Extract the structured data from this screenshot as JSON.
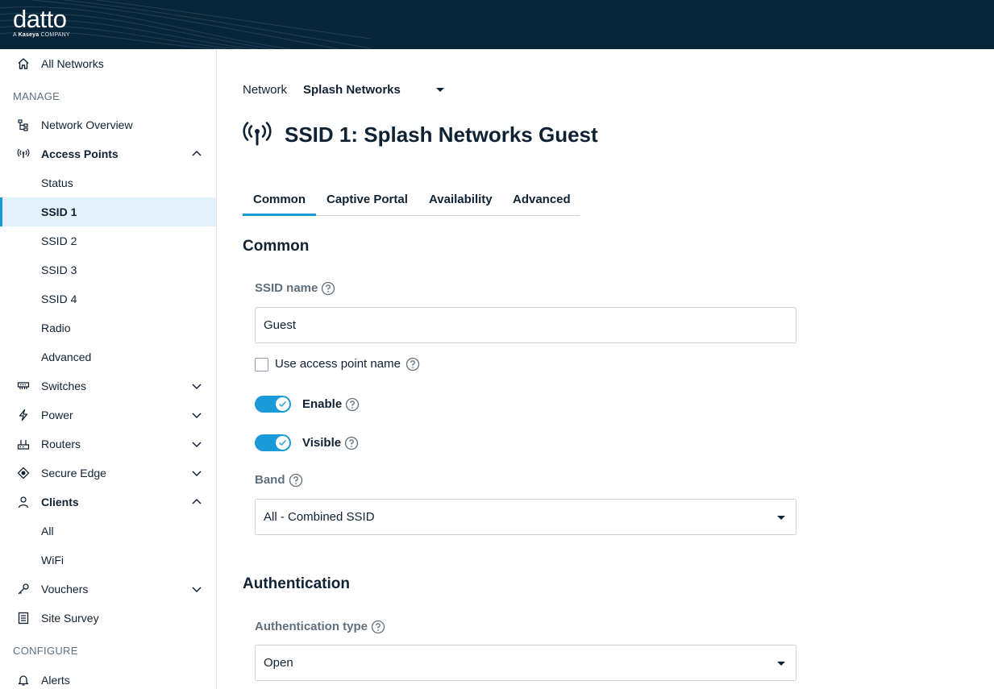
{
  "header": {
    "logo_word": "datto",
    "logo_tag_prefix": "A",
    "logo_tag_brand": "Kaseya",
    "logo_tag_suffix": "COMPANY"
  },
  "sidebar": {
    "all_networks": "All Networks",
    "section_manage": "MANAGE",
    "network_overview": "Network Overview",
    "access_points": "Access Points",
    "ap_sub": [
      "Status",
      "SSID 1",
      "SSID 2",
      "SSID 3",
      "SSID 4",
      "Radio",
      "Advanced"
    ],
    "switches": "Switches",
    "power": "Power",
    "routers": "Routers",
    "secure_edge": "Secure Edge",
    "clients": "Clients",
    "clients_sub": [
      "All",
      "WiFi"
    ],
    "vouchers": "Vouchers",
    "site_survey": "Site Survey",
    "section_configure": "CONFIGURE",
    "alerts": "Alerts"
  },
  "main": {
    "network_label": "Network",
    "network_value": "Splash Networks",
    "title": "SSID 1: Splash Networks Guest",
    "tabs": [
      "Common",
      "Captive Portal",
      "Availability",
      "Advanced"
    ],
    "section_common": "Common",
    "ssid_name_label": "SSID name",
    "ssid_name_value": "Guest",
    "use_ap_name_label": "Use access point name",
    "enable_label": "Enable",
    "visible_label": "Visible",
    "band_label": "Band",
    "band_value": "All - Combined SSID",
    "section_auth": "Authentication",
    "auth_type_label": "Authentication type",
    "auth_type_value": "Open"
  },
  "colors": {
    "header_bg": "#072439",
    "accent": "#1a9ad6",
    "active_bg": "#e3f2fa"
  }
}
